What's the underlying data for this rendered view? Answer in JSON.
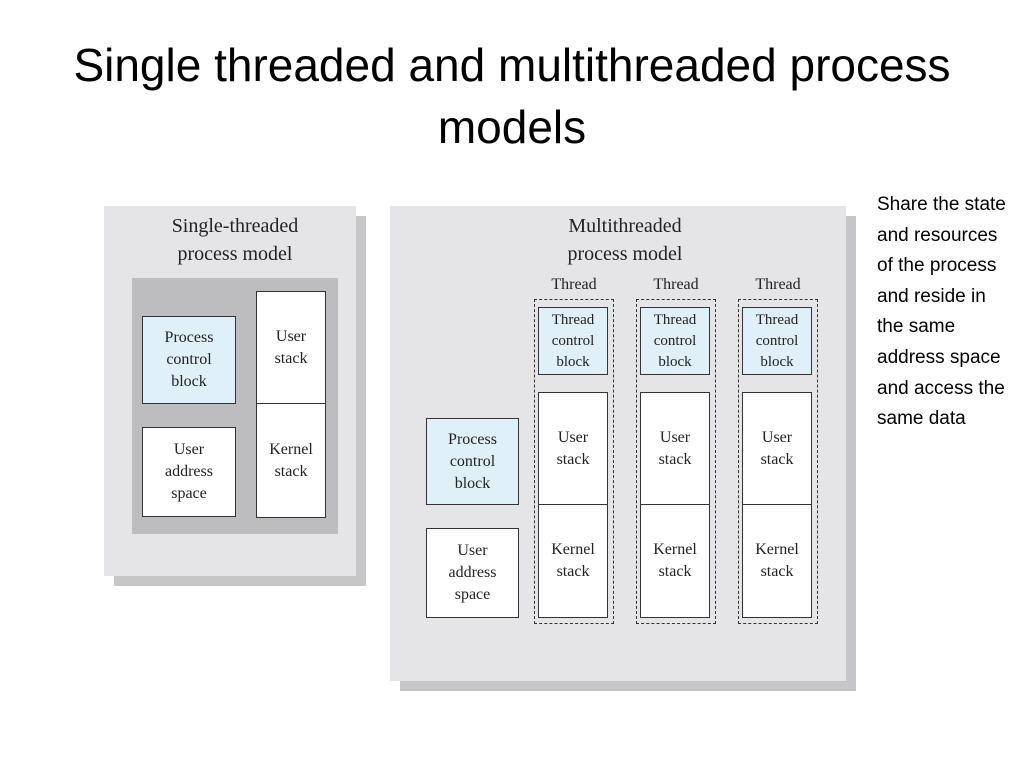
{
  "slide": {
    "title": "Single threaded and multithreaded process models",
    "note": "Share the state and resources of the process and reside in the same address space and access the same data"
  },
  "single": {
    "title": "Single-threaded\nprocess model",
    "pcb": "Process\ncontrol\nblock",
    "user_address_space": "User\naddress\nspace",
    "user_stack": "User\nstack",
    "kernel_stack": "Kernel\nstack"
  },
  "multi": {
    "title": "Multithreaded\nprocess model",
    "pcb": "Process\ncontrol\nblock",
    "user_address_space": "User\naddress\nspace",
    "threads": [
      {
        "label": "Thread",
        "tcb": "Thread\ncontrol\nblock",
        "user_stack": "User\nstack",
        "kernel_stack": "Kernel\nstack"
      },
      {
        "label": "Thread",
        "tcb": "Thread\ncontrol\nblock",
        "user_stack": "User\nstack",
        "kernel_stack": "Kernel\nstack"
      },
      {
        "label": "Thread",
        "tcb": "Thread\ncontrol\nblock",
        "user_stack": "User\nstack",
        "kernel_stack": "Kernel\nstack"
      }
    ]
  },
  "colors": {
    "panel": "#e5e5e7",
    "panel_shadow": "#c6c6c8",
    "inner_dark": "#bdbdbf",
    "block_blue": "#dff0f8"
  }
}
